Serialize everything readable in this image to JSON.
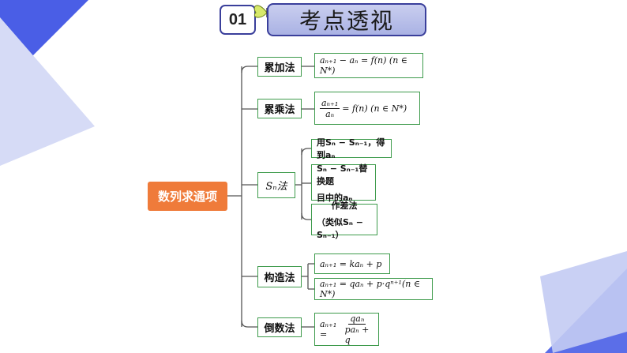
{
  "header": {
    "number": "01",
    "title": "考点透视"
  },
  "root": {
    "label": "数列求通项"
  },
  "methods": [
    {
      "label": "累加法",
      "leaves": [
        {
          "formula": "aₙ₊₁ − aₙ = f(n)    (n ∈ N*)"
        }
      ]
    },
    {
      "label": "累乘法",
      "leaves": [
        {
          "numerator": "aₙ₊₁",
          "denominator": "aₙ",
          "formula": "= f(n)    (n ∈ N*)"
        }
      ]
    },
    {
      "label": "Sₙ法",
      "leaves": [
        {
          "text": "用Sₙ − Sₙ₋₁，得到aₙ"
        },
        {
          "line1": "Sₙ − Sₙ₋₁替换题",
          "line2": "目中的aₙ"
        },
        {
          "line1": "作差法",
          "line2": "（类似Sₙ − Sₙ₋₁）"
        }
      ]
    },
    {
      "label": "构造法",
      "leaves": [
        {
          "formula": "aₙ₊₁ = kaₙ + p"
        },
        {
          "formula": "aₙ₊₁ = qaₙ + p·qⁿ⁺¹(n ∈ N*)"
        }
      ]
    },
    {
      "label": "倒数法",
      "leaves": [
        {
          "lhs": "aₙ₊₁ =",
          "numerator": "qaₙ",
          "denominator": "paₙ + q"
        }
      ]
    }
  ],
  "colors": {
    "root": "#ef7b3a",
    "node_border": "#3e9b4c",
    "header_border": "#3a3f9b",
    "deco": "#5b6ee8"
  },
  "icons": {
    "butterfly": "butterfly-icon"
  }
}
